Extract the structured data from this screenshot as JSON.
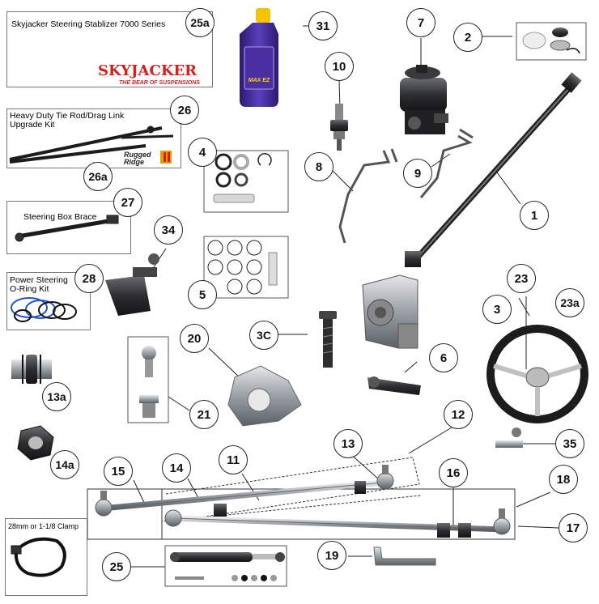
{
  "boxes": {
    "stabilizer_caption": "Skyjacker Steering Stablizer 7000 Series",
    "stabilizer_brand": "SKYJACKER",
    "stabilizer_tag": "THE BEAR OF SUSPENSIONS",
    "tie_rod_caption": "Heavy Duty Tie Rod/Drag Link\nUpgrade Kit",
    "tie_rod_brand_line1": "Rugged",
    "tie_rod_brand_line2": "Ridge",
    "brace_caption": "Steering Box Brace",
    "oring_caption": "Power Steering\nO-Ring Kit",
    "clamp_caption": "28mm or 1-1/8 Clamp"
  },
  "fluid_label": "MAX EZ",
  "callouts": {
    "c25a": "25a",
    "c26": "26",
    "c26a": "26a",
    "c27": "27",
    "c28": "28",
    "c31": "31",
    "c10": "10",
    "c7": "7",
    "c2": "2",
    "c4": "4",
    "c8": "8",
    "c9": "9",
    "c1": "1",
    "c34": "34",
    "c5": "5",
    "c3": "3",
    "c3c": "3C",
    "c20": "20",
    "c6": "6",
    "c23": "23",
    "c23a": "23a",
    "c13a": "13a",
    "c21": "21",
    "c14a": "14a",
    "c12": "12",
    "c13": "13",
    "c35": "35",
    "c15": "15",
    "c14": "14",
    "c11": "11",
    "c16": "16",
    "c18": "18",
    "c17": "17",
    "c25": "25",
    "c19": "19"
  },
  "colors": {
    "stabilizer_red": "#d42020",
    "fluid_purple": "#4b2fa0",
    "cap_yellow": "#f3c400",
    "steel": "#9aa0a6",
    "dark_metal": "#2e2e30"
  }
}
